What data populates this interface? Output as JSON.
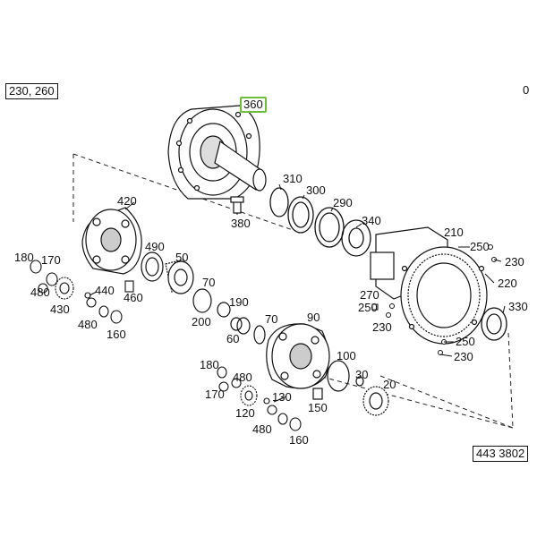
{
  "header": {
    "ref_box": "230, 260",
    "revision": "0"
  },
  "footer": {
    "drawing_no": "443 3802"
  },
  "parts": {
    "p360": "360",
    "p310": "310",
    "p300": "300",
    "p290": "290",
    "p340": "340",
    "p380": "380",
    "p420": "420",
    "p210": "210",
    "p250a": "250",
    "p230a": "230",
    "p220": "220",
    "p180a": "180",
    "p170a": "170",
    "p490": "490",
    "p50": "50",
    "p480a": "480",
    "p440": "440",
    "p460": "460",
    "p70a": "70",
    "p430": "430",
    "p480b": "480",
    "p160a": "160",
    "p190": "190",
    "p200": "200",
    "p60": "60",
    "p70b": "70",
    "p90": "90",
    "p270": "270",
    "p250b": "250",
    "p230b": "230",
    "p330": "330",
    "p250c": "250",
    "p230c": "230",
    "p180b": "180",
    "p480c": "480",
    "p170b": "170",
    "p100": "100",
    "p30": "30",
    "p130": "130",
    "p120": "120",
    "p150": "150",
    "p20": "20",
    "p480d": "480",
    "p160b": "160"
  }
}
